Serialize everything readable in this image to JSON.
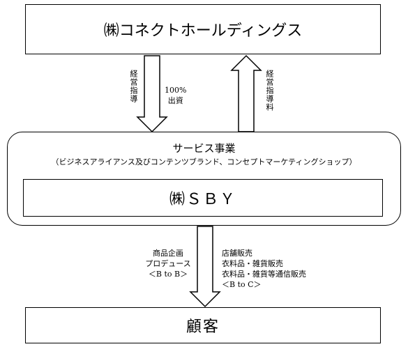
{
  "parent_company": "㈱コネクトホールディングス",
  "service": {
    "title": "サービス事業",
    "subtitle": "（ビジネスアライアンス及びコンテンツブランド、コンセプトマーケティングショップ）"
  },
  "subsidiary": "㈱ＳＢＹ",
  "customer": "顧客",
  "arrows": {
    "down_left_label": "経営指導",
    "down_right_label_1": "100%",
    "down_right_label_2": "出資",
    "up_label": "経営指導料",
    "bottom_left_1": "商品企画",
    "bottom_left_2": "プロデュース",
    "bottom_left_3": "＜B to B＞",
    "bottom_right_1": "店舗販売",
    "bottom_right_2": "衣料品・雑貨販売",
    "bottom_right_3": "衣料品・雑貨等通信販売",
    "bottom_right_4": "＜B to C＞"
  }
}
